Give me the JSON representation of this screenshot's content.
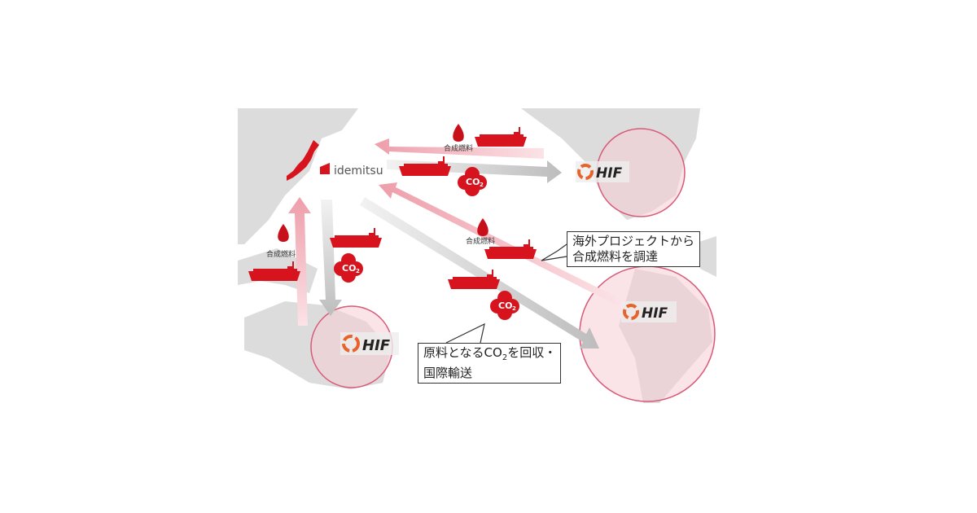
{
  "brand": {
    "company": "idemitsu",
    "partner": "HIF"
  },
  "labels": {
    "synthetic_fuel": "合成燃料",
    "co2": "CO",
    "co2_sub": "2"
  },
  "callouts": {
    "procure": {
      "line1": "海外プロジェクトから",
      "line2": "合成燃料を調達"
    },
    "co2_transport": {
      "line1_a": "原料となるCO",
      "line1_sub": "2",
      "line1_b": "を回収・",
      "line2": "国際輸送"
    }
  },
  "colors": {
    "red": "#d7141e",
    "pink_arrow": "#f0a8b2",
    "gray_arrow": "#d0d0d0",
    "land": "#dcdcdc",
    "circle": "#d85a78"
  }
}
